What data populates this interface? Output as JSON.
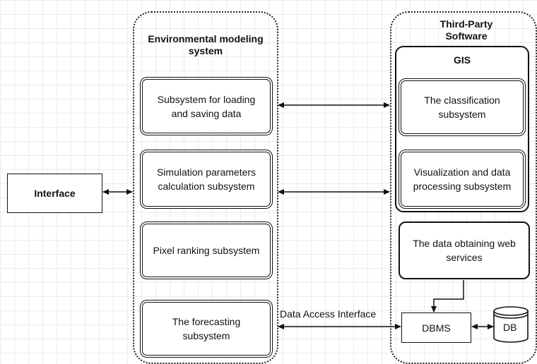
{
  "groups": {
    "env": {
      "title": "Environmental modeling system"
    },
    "third": {
      "title": "Third-Party Software"
    }
  },
  "gis": {
    "title": "GIS"
  },
  "boxes": {
    "interface": "Interface",
    "loading": "Subsystem for loading and saving data",
    "simulation": "Simulation parameters calculation subsystem",
    "pixel": "Pixel ranking subsystem",
    "forecasting": "The forecasting subsystem",
    "classification": "The classification subsystem",
    "visualization": "Visualization and data processing subsystem",
    "web_services": "The data obtaining web services",
    "dbms": "DBMS",
    "db": "DB"
  },
  "labels": {
    "data_access": "Data Access Interface"
  }
}
